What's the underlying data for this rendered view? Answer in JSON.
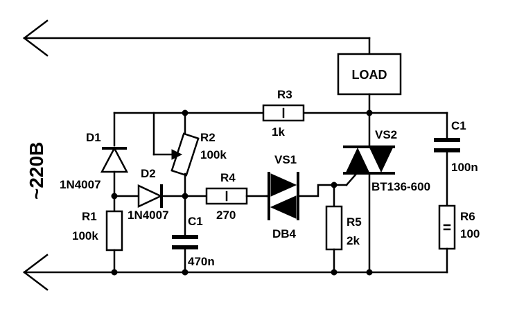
{
  "supply": {
    "voltage": "~220B"
  },
  "load": {
    "label": "LOAD"
  },
  "components": {
    "r3": {
      "ref": "R3",
      "value": "1k"
    },
    "r2": {
      "ref": "R2",
      "value": "100k"
    },
    "r4": {
      "ref": "R4",
      "value": "270"
    },
    "r1": {
      "ref": "R1",
      "value": "100k"
    },
    "r5": {
      "ref": "R5",
      "value": "2k"
    },
    "r6": {
      "ref": "R6",
      "value": "100"
    },
    "d1": {
      "ref": "D1",
      "part": "1N4007"
    },
    "d2": {
      "ref": "D2",
      "part": "1N4007"
    },
    "c1_main": {
      "ref": "C1",
      "value": "470n"
    },
    "c1_snubber": {
      "ref": "C1",
      "value": "100n"
    },
    "vs1": {
      "ref": "VS1",
      "part": "DB4"
    },
    "vs2": {
      "ref": "VS2",
      "part": "BT136-600"
    }
  }
}
